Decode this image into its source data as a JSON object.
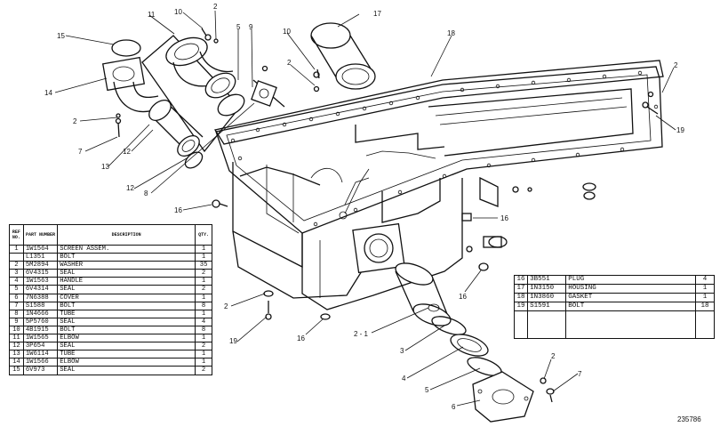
{
  "callouts": {
    "c15": "15",
    "c11": "11",
    "c10a": "10",
    "c2a": "2",
    "c5": "5",
    "c9": "9",
    "c17": "17",
    "c10b": "10",
    "c18": "18",
    "c2b": "2",
    "c14": "14",
    "c2c": "2",
    "c7a": "7",
    "c13": "13",
    "c12a": "12",
    "c12b": "12",
    "c8": "8",
    "c2d": "2",
    "c19a": "19",
    "c16a": "16",
    "c16b": "16",
    "c16c": "16",
    "c2e": "2",
    "c19b": "19",
    "c16d": "16",
    "c21": "2 - 1",
    "c3": "3",
    "c4": "4",
    "c5b": "5",
    "c6": "6",
    "c2f": "2",
    "c7b": "7"
  },
  "left_table": {
    "headers": {
      "ref": "REF NO.",
      "part": "PART NUMBER",
      "desc": "DESCRIPTION",
      "qty": "QTY."
    },
    "rows": [
      {
        "ref": "1",
        "pn": "1W1564",
        "desc": "SCREEN ASSEM.",
        "qty": "1"
      },
      {
        "ref": "",
        "pn": "L1351",
        "desc": "BOLT",
        "qty": "1"
      },
      {
        "ref": "2",
        "pn": "5M2894",
        "desc": "WASHER",
        "qty": "35"
      },
      {
        "ref": "3",
        "pn": "6V4315",
        "desc": "SEAL",
        "qty": "2"
      },
      {
        "ref": "4",
        "pn": "1W1563",
        "desc": "HANDLE",
        "qty": "1"
      },
      {
        "ref": "5",
        "pn": "6V4314",
        "desc": "SEAL",
        "qty": "2"
      },
      {
        "ref": "6",
        "pn": "7N6388",
        "desc": "COVER",
        "qty": "1"
      },
      {
        "ref": "7",
        "pn": "S1588",
        "desc": "BOLT",
        "qty": "8"
      },
      {
        "ref": "8",
        "pn": "1N4666",
        "desc": "TUBE",
        "qty": "1"
      },
      {
        "ref": "9",
        "pn": "5P5760",
        "desc": "SEAL",
        "qty": "4"
      },
      {
        "ref": "10",
        "pn": "4B1915",
        "desc": "BOLT",
        "qty": "8"
      },
      {
        "ref": "11",
        "pn": "1W1565",
        "desc": "ELBOW",
        "qty": "1"
      },
      {
        "ref": "12",
        "pn": "3P654",
        "desc": "SEAL",
        "qty": "2"
      },
      {
        "ref": "13",
        "pn": "1W6114",
        "desc": "TUBE",
        "qty": "1"
      },
      {
        "ref": "14",
        "pn": "1W1566",
        "desc": "ELBOW",
        "qty": "1"
      },
      {
        "ref": "15",
        "pn": "6V973",
        "desc": "SEAL",
        "qty": "2"
      }
    ]
  },
  "right_table": {
    "rows": [
      {
        "ref": "16",
        "pn": "3B551",
        "desc": "PLUG",
        "qty": "4"
      },
      {
        "ref": "17",
        "pn": "1N3150",
        "desc": "HOUSING",
        "qty": "1"
      },
      {
        "ref": "18",
        "pn": "1N3860",
        "desc": "GASKET",
        "qty": "1"
      },
      {
        "ref": "19",
        "pn": "S1591",
        "desc": "BOLT",
        "qty": "18"
      }
    ]
  },
  "drawing_number": "235786"
}
